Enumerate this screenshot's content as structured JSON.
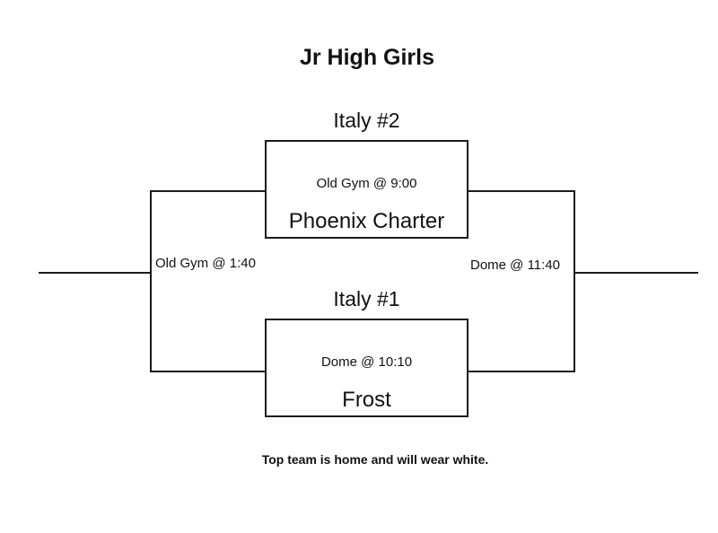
{
  "title": "Jr High Girls",
  "bracket": {
    "matchups": [
      {
        "team_top": "Italy #2",
        "venue_time": "Old Gym @ 9:00",
        "team_bottom": "Phoenix Charter"
      },
      {
        "team_top": "Italy #1",
        "venue_time": "Dome @ 10:10",
        "team_bottom": "Frost"
      }
    ],
    "advancement_games": [
      {
        "side": "left",
        "venue_time": "Old Gym @ 1:40"
      },
      {
        "side": "right",
        "venue_time": "Dome @ 11:40"
      }
    ]
  },
  "footer_note": "Top team is home and will wear white.",
  "colors": {
    "background": "#ffffff",
    "line": "#1b1b1b",
    "text": "#111111"
  }
}
